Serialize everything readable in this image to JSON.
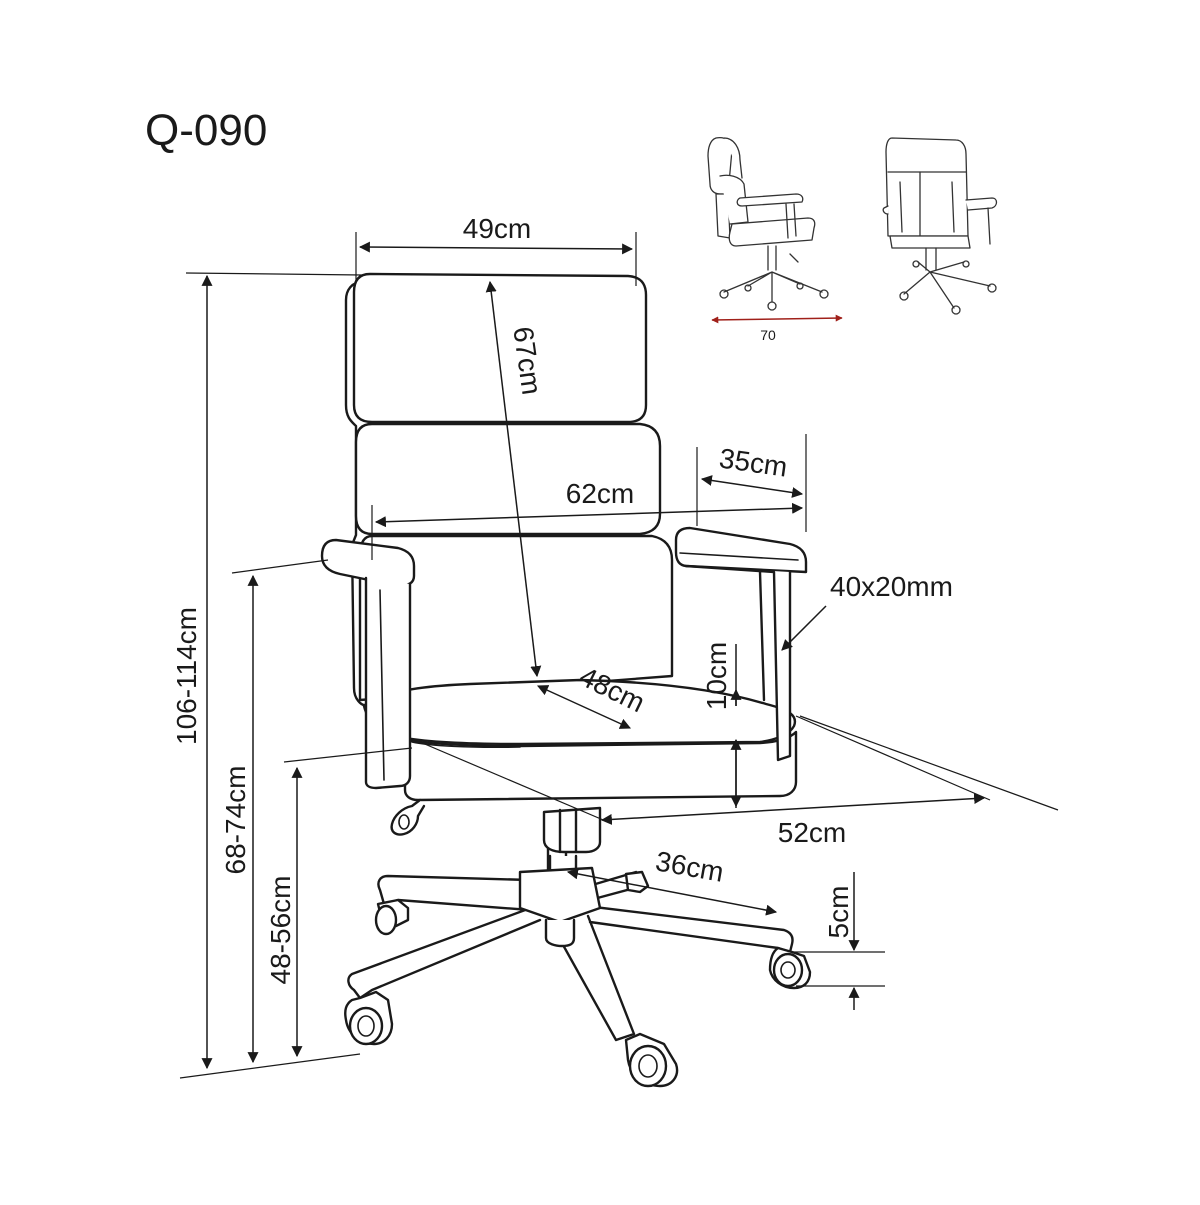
{
  "model": "Q-090",
  "colors": {
    "line": "#1a1a1a",
    "accent": "#a0201a",
    "background": "#ffffff"
  },
  "dimensions": {
    "backrest_width": "49cm",
    "backrest_height": "67cm",
    "total_height": "106-114cm",
    "armrest_height": "68-74cm",
    "seat_height": "48-56cm",
    "overall_width": "62cm",
    "armrest_length": "35cm",
    "armrest_section": "40x20mm",
    "seat_depth": "48cm",
    "seat_thickness": "10cm",
    "depth": "52cm",
    "base_radius": "36cm",
    "caster_height": "5cm"
  },
  "side_view": {
    "label": "70"
  }
}
